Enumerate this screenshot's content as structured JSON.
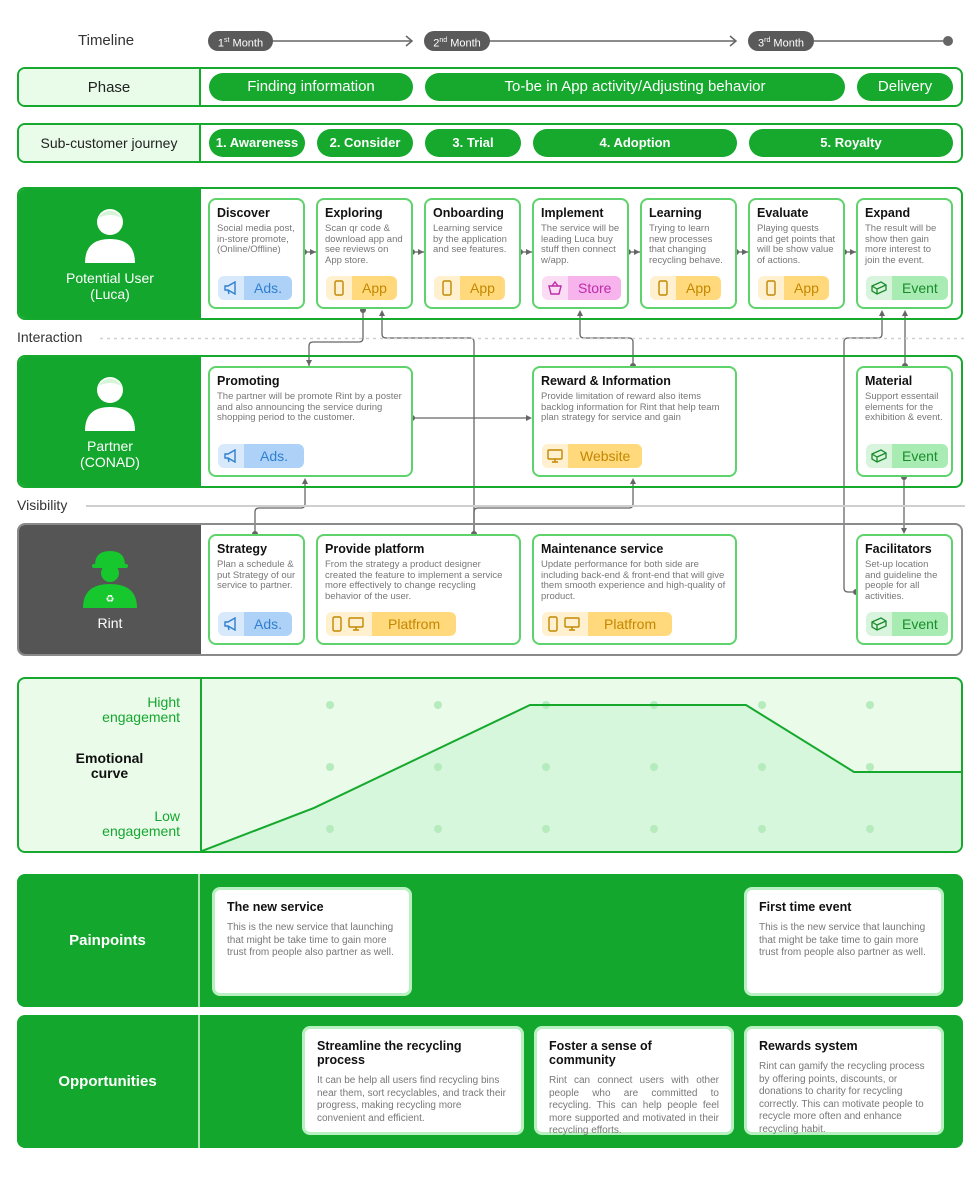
{
  "timeline": {
    "label": "Timeline",
    "months": [
      {
        "num": "1",
        "sup": "st",
        "word": "Month"
      },
      {
        "num": "2",
        "sup": "nd",
        "word": "Month"
      },
      {
        "num": "3",
        "sup": "rd",
        "word": "Month"
      }
    ]
  },
  "phase": {
    "label": "Phase",
    "items": [
      "Finding information",
      "To-be in App activity/Adjusting behavior",
      "Delivery"
    ]
  },
  "journey": {
    "label": "Sub-customer journey",
    "items": [
      "1. Awareness",
      "2. Consider",
      "3. Trial",
      "4. Adoption",
      "5. Royalty"
    ]
  },
  "lanes": {
    "user": {
      "name": "Potential User",
      "sub": "(Luca)",
      "cards": [
        {
          "title": "Discover",
          "desc": "Social media post, in-store promote, (Online/Offline)",
          "tag": "Ads."
        },
        {
          "title": "Exploring",
          "desc": "Scan qr code & download app and see reviews on App store.",
          "tag": "App"
        },
        {
          "title": "Onboarding",
          "desc": "Learning service by the application and see features.",
          "tag": "App"
        },
        {
          "title": "Implement",
          "desc": "The service will be leading Luca buy stuff then connect w/app.",
          "tag": "Store"
        },
        {
          "title": "Learning",
          "desc": "Trying to learn new processes that changing recycling behave.",
          "tag": "App"
        },
        {
          "title": "Evaluate",
          "desc": "Playing quests and get points that will be show value of actions.",
          "tag": "App"
        },
        {
          "title": "Expand",
          "desc": "The result will be show then gain more interest to join the event.",
          "tag": "Event"
        }
      ]
    },
    "interaction_label": "Interaction",
    "partner": {
      "name": "Partner",
      "sub": "(CONAD)",
      "cards": [
        {
          "title": "Promoting",
          "desc": "The partner will be promote Rint by a poster and also announcing the service during shopping period to the customer.",
          "tag": "Ads."
        },
        {
          "title": "Reward & Information",
          "desc": "Provide limitation of reward also items backlog information for Rint that help team plan strategy for service and gain",
          "tag": "Website"
        },
        {
          "title": "Material",
          "desc": "Support essentail elements for the exhibition & event.",
          "tag": "Event"
        }
      ]
    },
    "visibility_label": "Visibility",
    "rint": {
      "name": "Rint",
      "cards": [
        {
          "title": "Strategy",
          "desc": "Plan a schedule & put Strategy of our service to partner.",
          "tag": "Ads."
        },
        {
          "title": "Provide platform",
          "desc": "From the strategy a product designer created the feature to implement a service more effectively to change recycling behavior of the user.",
          "tag": "Platfrom"
        },
        {
          "title": "Maintenance service",
          "desc": "Update performance for both side are including back-end & front-end that will give them smooth experience and high-quality of product.",
          "tag": "Platfrom"
        },
        {
          "title": "Facilitators",
          "desc": "Set-up location and guideline the people for all activities.",
          "tag": "Event"
        }
      ]
    }
  },
  "emotion": {
    "label_line1": "Emotional",
    "label_line2": "curve",
    "high_line1": "Hight",
    "high_line2": "engagement",
    "low_line1": "Low",
    "low_line2": "engagement",
    "curve_levels": [
      0,
      0.17,
      1,
      1,
      0.46,
      0.46
    ]
  },
  "painpoints": {
    "label": "Painpoints",
    "cards": [
      {
        "title": "The new service",
        "desc": "This is the new service that launching that might be take time to gain more trust from people also partner as well."
      },
      {
        "title": "First time event",
        "desc": "This is the new service that launching that might be take time to gain more trust from people also partner as well."
      }
    ]
  },
  "opportunities": {
    "label": "Opportunities",
    "cards": [
      {
        "title": "Streamline the recycling process",
        "desc": "It can be help all users find recycling bins near them, sort recyclables, and track their progress, making recycling more convenient and efficient."
      },
      {
        "title": "Foster a sense of community",
        "desc": "Rint can connect users with other people who are committed to recycling. This can help people feel more supported and motivated in their recycling efforts."
      },
      {
        "title": "Rewards system",
        "desc": "Rint can gamify the recycling process by offering points, discounts, or donations to charity for recycling correctly. This can motivate people to recycle more often and enhance recycling habit."
      }
    ]
  },
  "colors": {
    "primary": "#16a92e",
    "card_border": "#5fd36b",
    "rint_head": "#555555"
  }
}
